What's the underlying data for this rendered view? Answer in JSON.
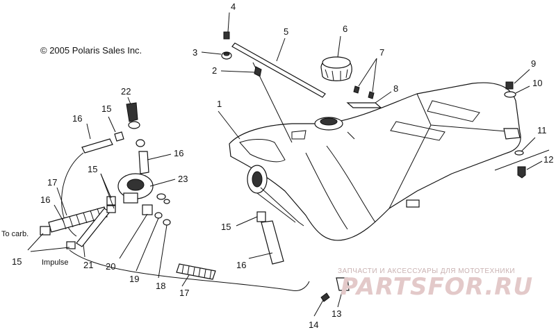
{
  "copyright": "© 2005 Polaris Sales Inc.",
  "side_labels": {
    "to_carb": "To carb.",
    "impulse": "Impulse"
  },
  "callouts": {
    "c1": "1",
    "c2": "2",
    "c3": "3",
    "c4": "4",
    "c5": "5",
    "c6": "6",
    "c7": "7",
    "c8": "8",
    "c9": "9",
    "c10": "10",
    "c11": "11",
    "c12": "12",
    "c13": "13",
    "c14": "14",
    "c15a": "15",
    "c15b": "15",
    "c15c": "15",
    "c15d": "15",
    "c16a": "16",
    "c16b": "16",
    "c16c": "16",
    "c16d": "16",
    "c17a": "17",
    "c17b": "17",
    "c18": "18",
    "c19": "19",
    "c20": "20",
    "c21": "21",
    "c22": "22",
    "c23": "23"
  },
  "watermark": {
    "line1": "ЗАПЧАСТИ И АКСЕССУАРЫ ДЛЯ МОТОТЕХНИКИ",
    "line2": "PARTSFOR.RU"
  }
}
